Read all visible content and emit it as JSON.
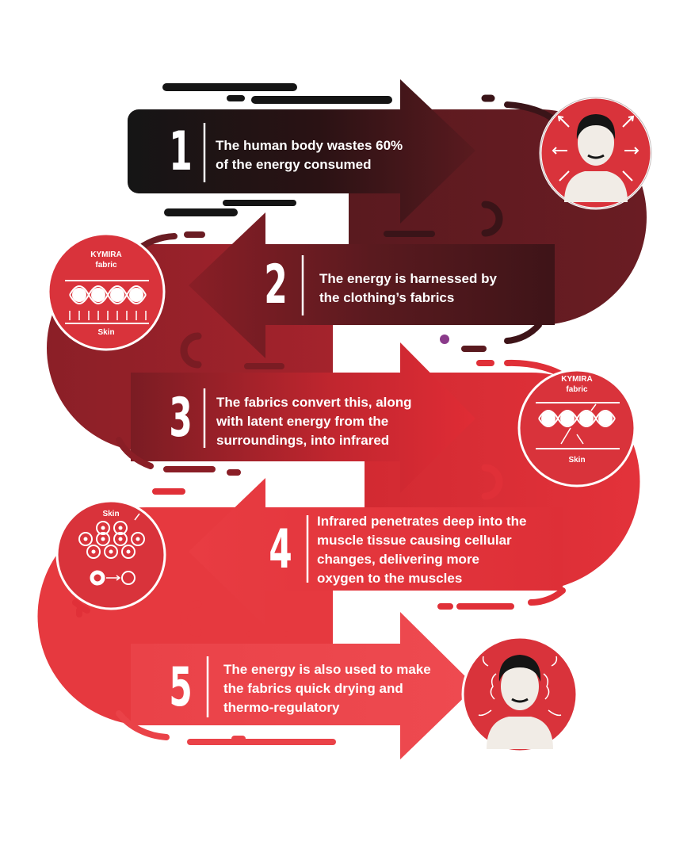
{
  "steps": [
    {
      "number": "1",
      "text": [
        "The human body wastes 60%",
        "of the energy consumed"
      ]
    },
    {
      "number": "2",
      "text": [
        "The energy is harnessed by",
        "the clothing’s fabrics"
      ]
    },
    {
      "number": "3",
      "text": [
        "The fabrics convert this, along",
        "with latent energy from the",
        "surroundings, into infrared"
      ]
    },
    {
      "number": "4",
      "text": [
        "Infrared penetrates deep into the",
        "muscle tissue causing cellular",
        "changes, delivering more",
        "oxygen to the muscles"
      ]
    },
    {
      "number": "5",
      "text": [
        "The energy is also used to make",
        "the fabrics quick drying and",
        "thermo-regulatory"
      ]
    }
  ],
  "icons": {
    "fabric_icon_2": {
      "label_top": "KYMIRA",
      "label_mid": "fabric",
      "label_bottom": "Skin"
    },
    "fabric_icon_3": {
      "label_top": "KYMIRA",
      "label_mid": "fabric",
      "label_bottom": "Skin"
    },
    "cell_icon_4": {
      "label_top": "Skin"
    }
  },
  "colors": {
    "black": "#151515",
    "dark_maroon": "#3a1418",
    "maroon": "#6e1a22",
    "red": "#e03038",
    "bright_red": "#ea4046",
    "circle_red": "#d9333b",
    "skin_tone": "#f1ece6"
  }
}
